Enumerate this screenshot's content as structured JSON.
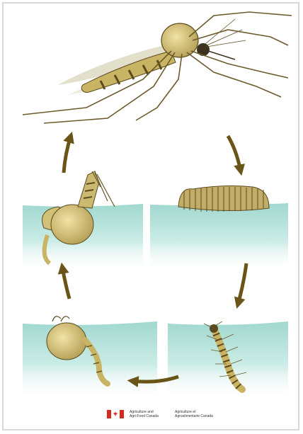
{
  "footer": {
    "department_en_line1": "Agriculture and",
    "department_en_line2": "Agri-Food Canada",
    "department_fr_line1": "Agriculture et",
    "department_fr_line2": "Agroalimentaire Canada"
  },
  "colors": {
    "water": "#a9dcd3",
    "arrow": "#6a5418",
    "insect_body": "#d6c27a",
    "insect_dark": "#5c4a1e",
    "flag_red": "#d52b1e"
  },
  "icons": [
    "canada-flag-icon"
  ]
}
